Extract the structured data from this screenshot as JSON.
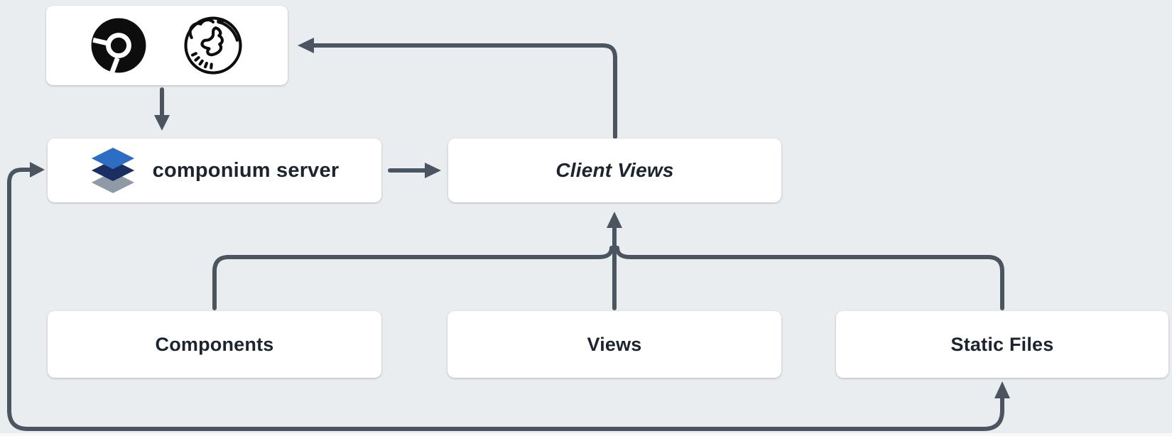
{
  "diagram": {
    "background": "#e9edf0",
    "line_color": "#4a5560",
    "node_background": "#ffffff",
    "text_color": "#1c2430",
    "nodes": {
      "browsers": {
        "icons": [
          "chrome-icon",
          "firefox-icon"
        ]
      },
      "server": {
        "label": "componium server",
        "icon": "layers-icon",
        "layer_colors": {
          "top": "#2d6ec4",
          "middle": "#1a2e62",
          "bottom": "#8f9aa6"
        }
      },
      "client_views": {
        "label": "Client Views"
      },
      "components": {
        "label": "Components"
      },
      "views": {
        "label": "Views"
      },
      "static_files": {
        "label": "Static Files"
      }
    },
    "edges": [
      {
        "name": "browsers-to-server",
        "from": "browsers",
        "to": "server",
        "bidirectional": false
      },
      {
        "name": "server-to-client-views",
        "from": "server",
        "to": "client_views",
        "bidirectional": false
      },
      {
        "name": "client-views-to-browsers",
        "from": "client_views",
        "to": "browsers",
        "bidirectional": false
      },
      {
        "name": "components-to-client-views",
        "from": "components",
        "to": "client_views",
        "bidirectional": false
      },
      {
        "name": "views-to-client-views",
        "from": "views",
        "to": "client_views",
        "bidirectional": false
      },
      {
        "name": "static-files-to-client-views",
        "from": "static_files",
        "to": "client_views",
        "bidirectional": false
      },
      {
        "name": "server-static-files-loop",
        "from": "server",
        "to": "static_files",
        "bidirectional": true
      }
    ]
  }
}
